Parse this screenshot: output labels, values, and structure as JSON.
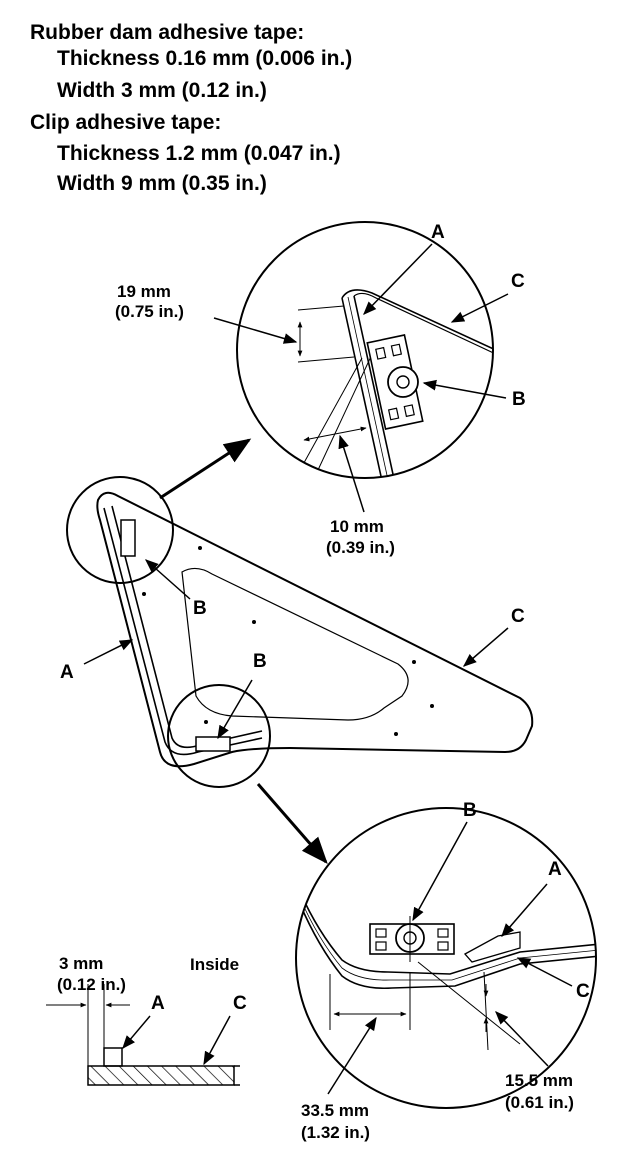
{
  "specs": {
    "rubber_dam_title": "Rubber dam adhesive tape:",
    "rubber_dam_thickness": "Thickness 0.16 mm (0.006 in.)",
    "rubber_dam_width": "Width 3 mm (0.12 in.)",
    "clip_title": "Clip adhesive tape:",
    "clip_thickness": "Thickness 1.2 mm (0.047 in.)",
    "clip_width": "Width 9 mm (0.35 in.)"
  },
  "labels": {
    "a": "A",
    "b": "B",
    "c": "C"
  },
  "dimensions": {
    "d19_mm": "19 mm",
    "d19_in": "(0.75 in.)",
    "d10_mm": "10 mm",
    "d10_in": "(0.39 in.)",
    "d3_mm": "3 mm",
    "d3_in": "(0.12 in.)",
    "d15_mm": "15.5 mm",
    "d15_in": "(0.61 in.)",
    "d33_mm": "33.5 mm",
    "d33_in": "(1.32 in.)"
  },
  "section": {
    "inside": "Inside"
  }
}
